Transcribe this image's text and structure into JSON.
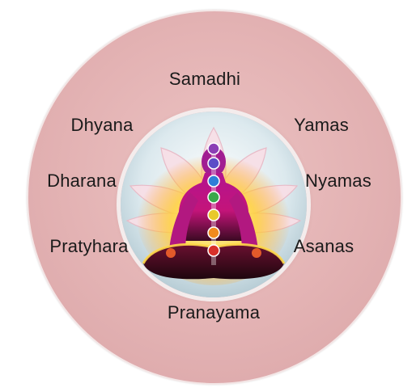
{
  "diagram": {
    "limbs": {
      "top": "Samadhi",
      "upper_left": "Dhyana",
      "upper_right": "Yamas",
      "mid_left": "Dharana",
      "mid_right": "Nyamas",
      "lower_left": "Pratyhara",
      "lower_right": "Asanas",
      "bottom": "Pranayama"
    },
    "center_image": "meditating-figure-lotus",
    "chakra_colors": [
      "#8b3fb5",
      "#5c4cc7",
      "#2f7ed8",
      "#3aa84a",
      "#e8c92a",
      "#f08a1e",
      "#d8302a"
    ],
    "colors": {
      "ring": "#e3b2b3",
      "text": "#1a1a1a"
    }
  }
}
